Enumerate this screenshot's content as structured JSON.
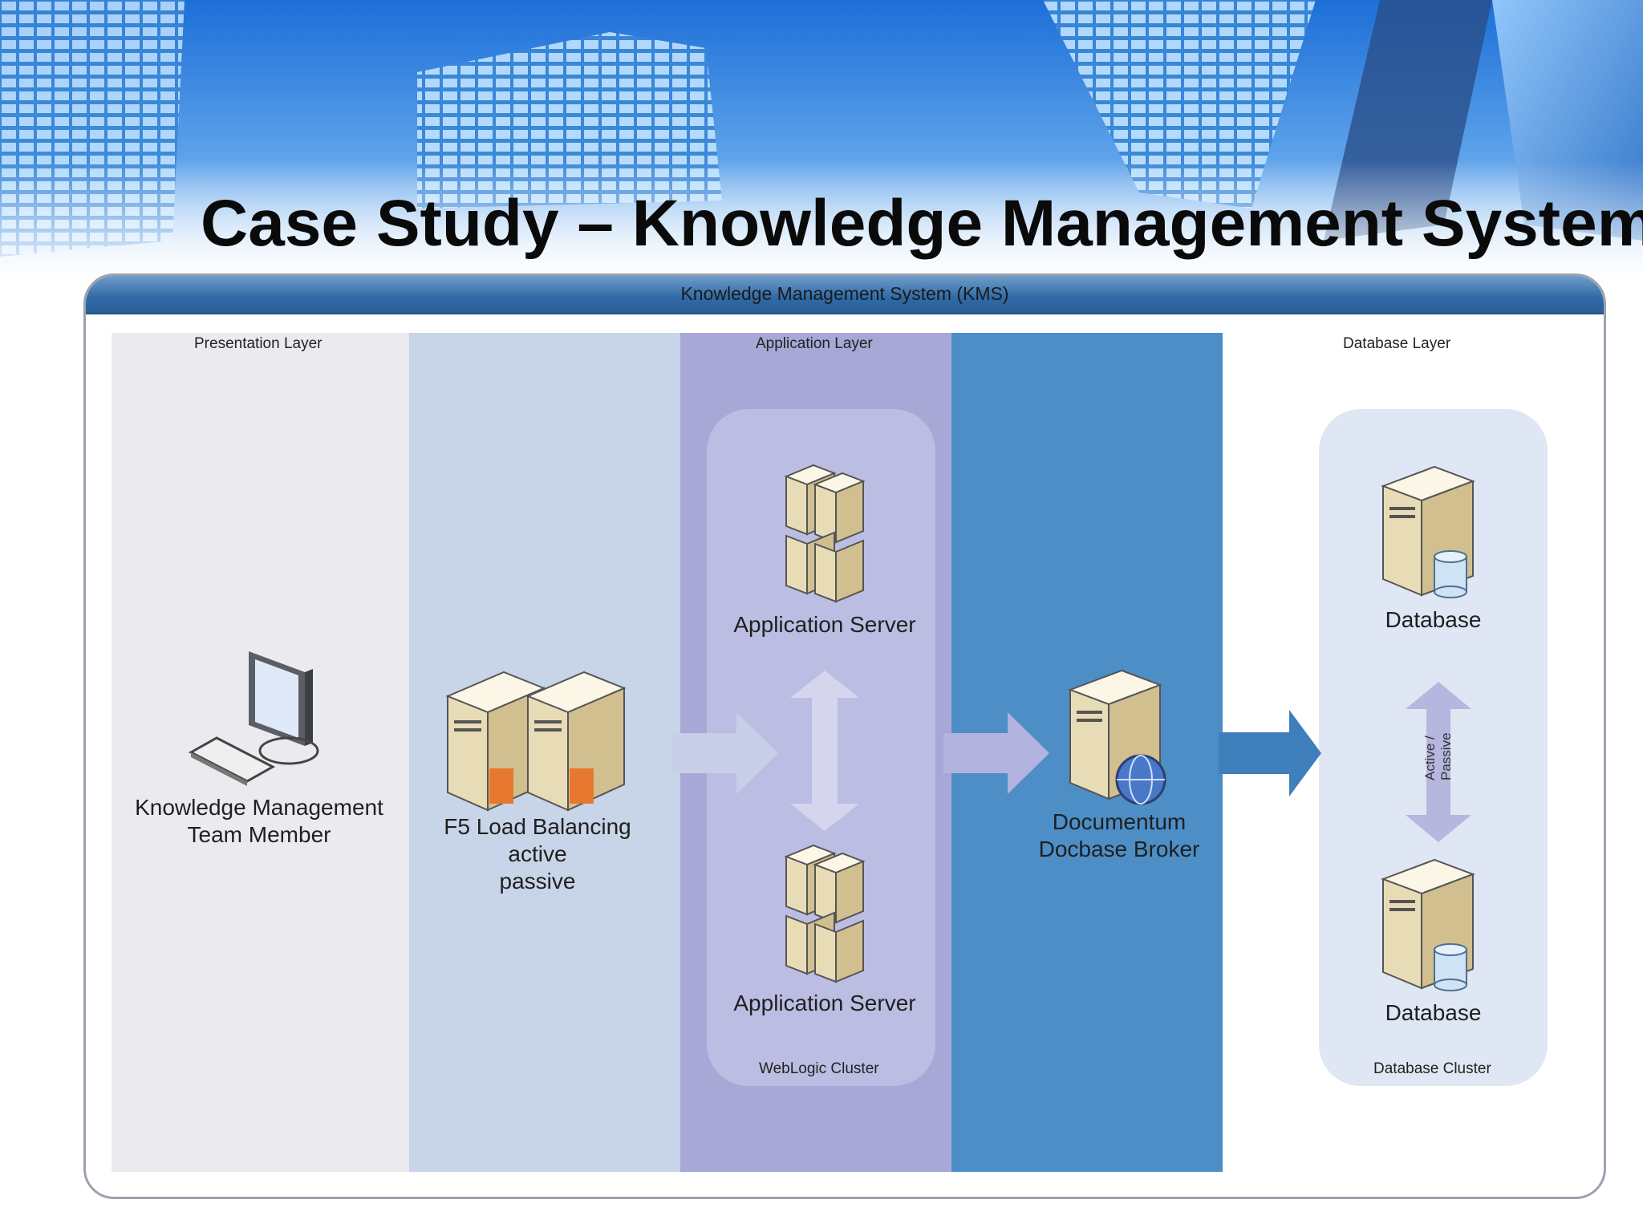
{
  "slide": {
    "title": "Case Study – Knowledge Management System"
  },
  "diagram": {
    "frame_title": "Knowledge Management System (KMS)",
    "layers": {
      "presentation": "Presentation Layer",
      "application": "Application Layer",
      "database": "Database Layer"
    },
    "nodes": {
      "workstation": [
        "Knowledge Management",
        "Team Member"
      ],
      "load_balancer": [
        "F5 Load Balancing",
        "active",
        "passive"
      ],
      "app_server_top": "Application Server",
      "app_server_bottom": "Application Server",
      "broker": [
        "Documentum",
        "Docbase Broker"
      ],
      "db_top": "Database",
      "db_bottom": "Database"
    },
    "clusters": {
      "weblogic": "WebLogic Cluster",
      "database": "Database Cluster"
    },
    "failover_label": [
      "Active /",
      "Passive"
    ]
  },
  "colors": {
    "lane_presentation": "#ebeaee",
    "lane_load_balancer": "#c8d4e7",
    "lane_application": "#a7a8d6",
    "lane_broker": "#4d8ec6",
    "frame_header": "#2f6aa6"
  },
  "icons": {
    "workstation": "desktop-computer-icon",
    "load_balancer": "server-pair-firewall-icon",
    "app_server": "server-stack-icon",
    "broker": "server-globe-icon",
    "database": "database-server-icon"
  }
}
